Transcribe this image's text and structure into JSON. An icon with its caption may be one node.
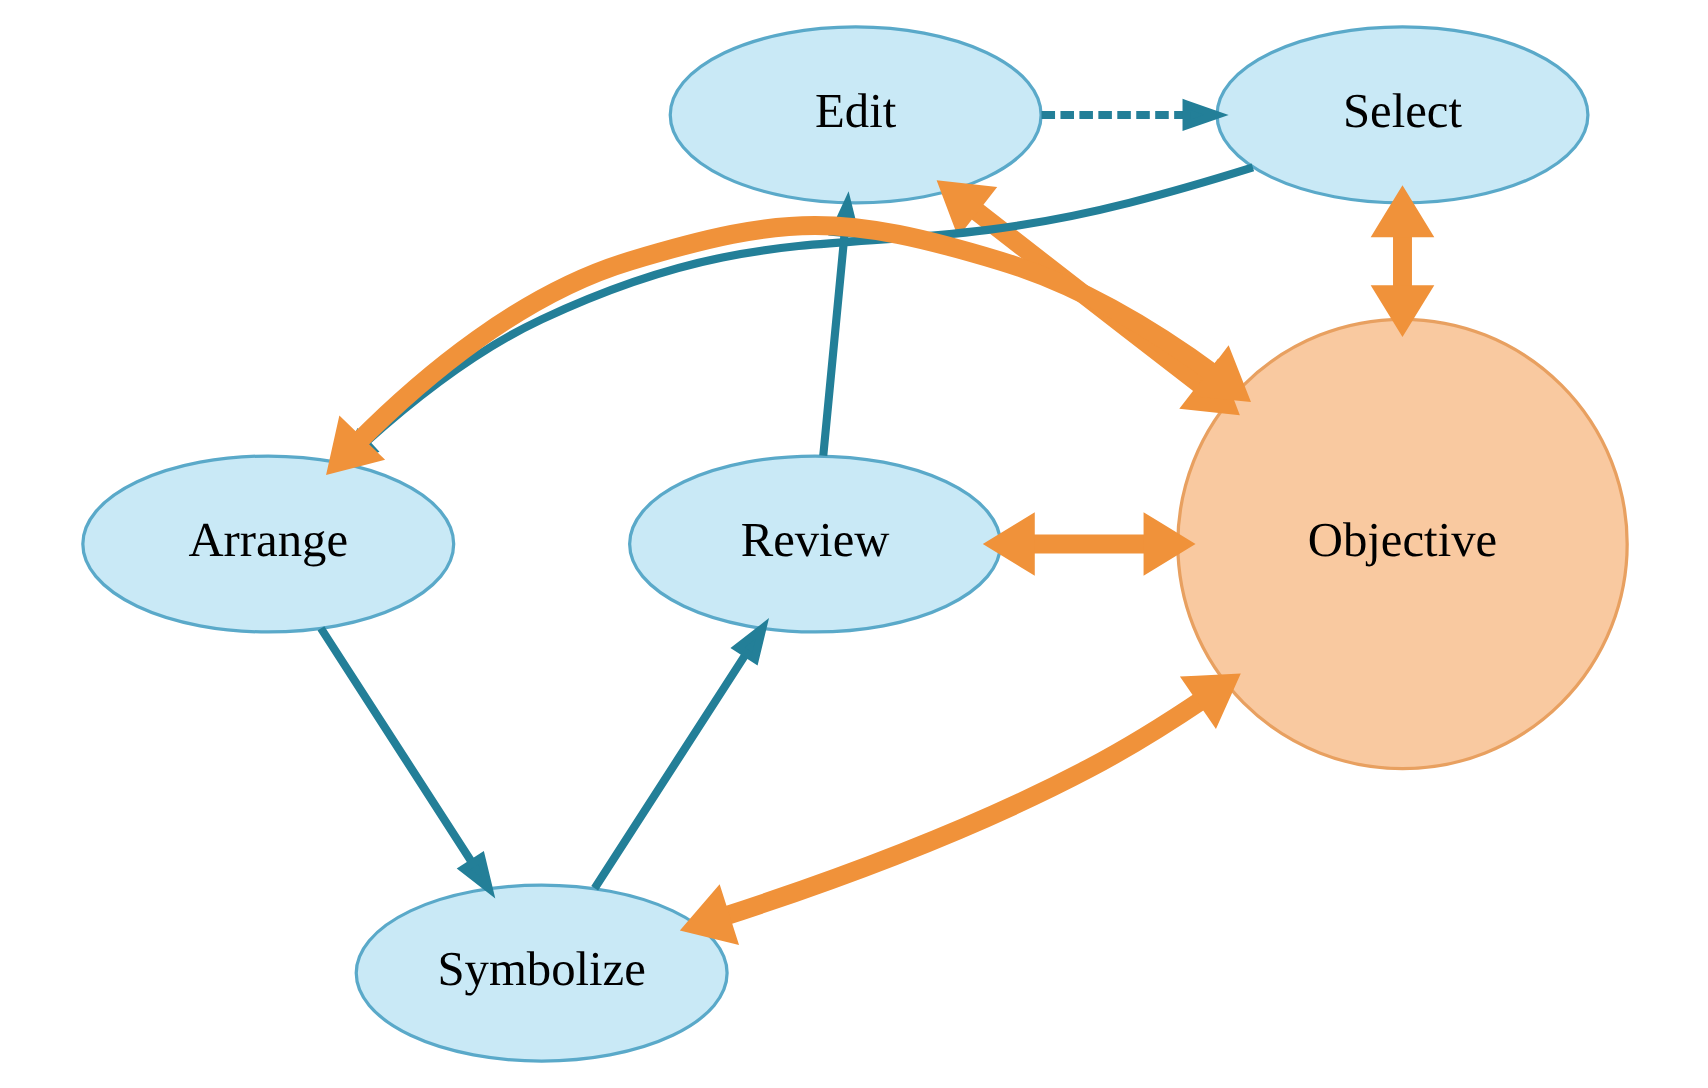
{
  "diagram": {
    "nodes": [
      {
        "text": [
          "Edit"
        ]
      },
      {
        "text": [
          "Select"
        ]
      },
      {
        "text": [
          "Objective"
        ]
      },
      {
        "text": [
          "Review"
        ]
      },
      {
        "text": [
          "Arrange"
        ]
      },
      {
        "text": [
          "Symbolize"
        ]
      }
    ],
    "edges": [
      {
        "from": 0,
        "to": 1,
        "arrow": "to",
        "style": "dashed"
      },
      {
        "from": 1,
        "to": 4,
        "arrow": "to"
      },
      {
        "from": 4,
        "to": 5,
        "arrow": "to"
      },
      {
        "from": 5,
        "to": 3,
        "arrow": "to"
      },
      {
        "from": 3,
        "to": 0,
        "arrow": "to"
      },
      {
        "from": 0,
        "to": 2,
        "arrow": "both",
        "style": "thick",
        "color": "#f0923a"
      },
      {
        "from": 1,
        "to": 2,
        "arrow": "both",
        "style": "thick",
        "color": "#f0923a"
      },
      {
        "from": 3,
        "to": 2,
        "arrow": "both",
        "style": "thick",
        "color": "#f0923a"
      },
      {
        "from": 4,
        "to": 2,
        "arrow": "both",
        "style": "thick",
        "color": "#f0923a"
      },
      {
        "from": 2,
        "to": 5,
        "arrow": "both",
        "style": "thick",
        "color": "#f0923a"
      }
    ]
  }
}
